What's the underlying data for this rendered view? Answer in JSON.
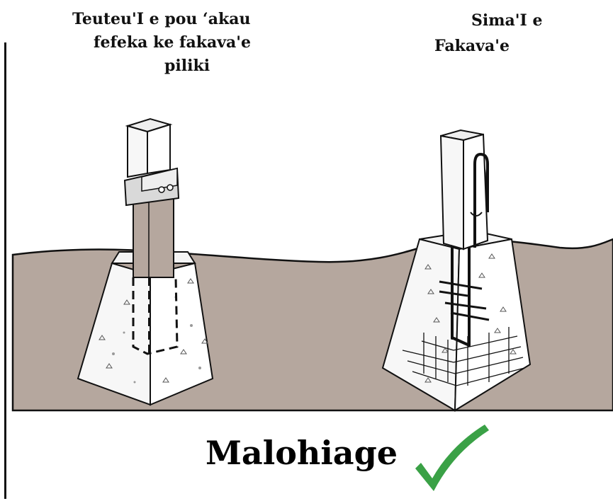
{
  "left_caption": {
    "line1": "Teuteu'I e pou ‘akau",
    "line2": "fefeka ke fakava'e",
    "line3": "piliki"
  },
  "right_caption": {
    "line1": "Sima'I e",
    "line2": "Fakava'e"
  },
  "answer_label": "Malohiage",
  "colors": {
    "ground": "#b5a79e",
    "post_wood": "#b5a79e",
    "concrete": "#ffffff",
    "outline": "#111111",
    "checkmark": "#3aa146"
  },
  "icons": {
    "answer_mark": "checkmark-icon"
  }
}
